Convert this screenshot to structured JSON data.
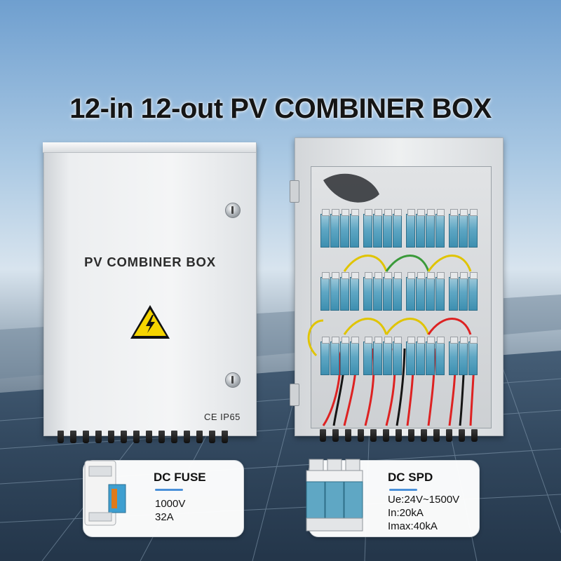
{
  "headline": "12-in 12-out PV COMBINER BOX",
  "closed_box": {
    "label": "PV COMBINER BOX",
    "certification": "CE IP65"
  },
  "cards": {
    "fuse": {
      "title": "DC FUSE",
      "specs": [
        "1000V",
        "32A"
      ]
    },
    "spd": {
      "title": "DC SPD",
      "specs": [
        "Ue:24V~1500V",
        "In:20kA",
        "Imax:40kA"
      ]
    }
  },
  "colors": {
    "card_underline": "#4a90d9",
    "enclosure": "#eceef0",
    "spd_module": "#5fa7c4",
    "warning_yellow": "#f5d400"
  }
}
